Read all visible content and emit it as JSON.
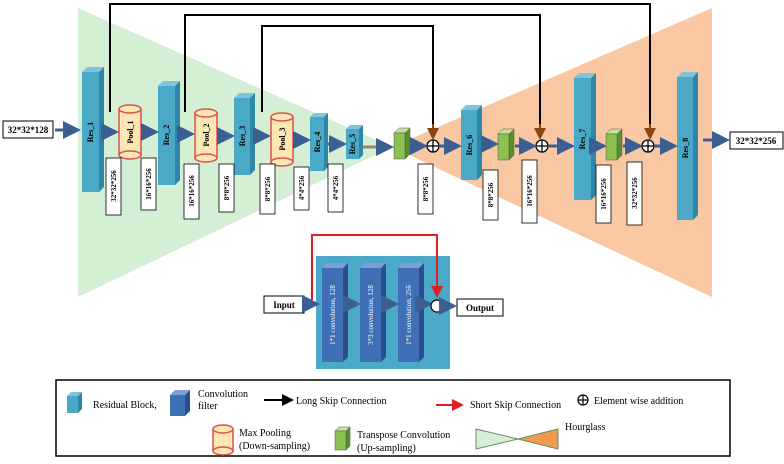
{
  "io": {
    "input_shape": "32*32*128",
    "output_shape": "32*32*256"
  },
  "blocks": {
    "res1": "Res_1",
    "res2": "Res_2",
    "res3": "Res_3",
    "res4": "Res_4",
    "res5": "Res_5",
    "res6": "Res_6",
    "res7": "Res_7",
    "res8": "Res_8",
    "pool1": "Pool_1",
    "pool2": "Pool_2",
    "pool3": "Pool_3"
  },
  "dims": {
    "d1": "32*32*256",
    "d2": "16*16*256",
    "d3": "16*16*256",
    "d4": "8*8*256",
    "d5": "8*8*256",
    "d6": "4*4*256",
    "d7": "4*4*256",
    "d8": "8*8*256",
    "d9": "8*8*256",
    "d10": "16*16*256",
    "d11": "16*16*256",
    "d12": "32*32*256"
  },
  "residual": {
    "input": "Input",
    "output": "Output",
    "conv1": "1*1 convolution, 128",
    "conv2": "3*3 convolution, 128",
    "conv3": "1*1 convolution, 256"
  },
  "legend": {
    "residual_block": "Residual Block,",
    "convolution_filter_line1": "Convolution",
    "convolution_filter_line2": "filter",
    "long_skip": "Long Skip Connection",
    "short_skip": "Short Skip Connection",
    "element_wise": "Element wise addition",
    "max_pooling_line1": "Max Pooling",
    "max_pooling_line2": "(Down-sampling)",
    "transpose_line1": "Transpose Convolution",
    "transpose_line2": "(Up-sampling)",
    "hourglass": "Hourglass"
  },
  "colors": {
    "encoder_fill": "#d4efd4",
    "decoder_fill": "#f9c8a2",
    "res_block": "#4ba9c8",
    "conv_block": "#3f6fb5",
    "pool_fill": "#fbe6b4",
    "pool_stroke": "#d9534f",
    "transpose": "#8cc152",
    "long_skip": "#000000",
    "short_skip": "#e02020",
    "residual_bg": "#4aa8c8"
  }
}
